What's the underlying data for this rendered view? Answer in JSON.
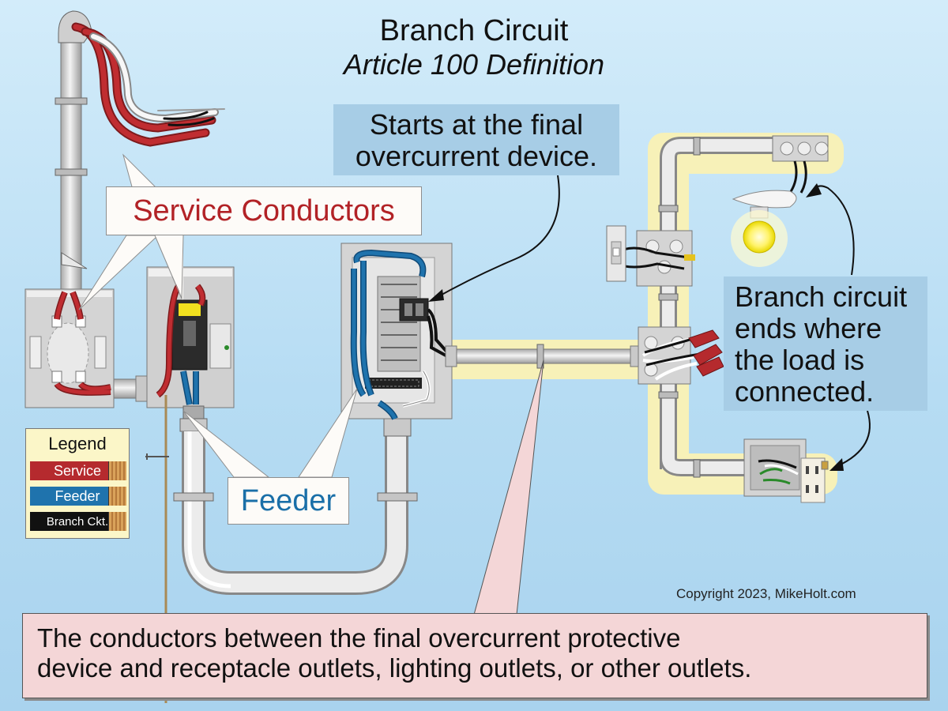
{
  "title": "Branch Circuit",
  "subtitle": "Article 100 Definition",
  "callouts": {
    "service": "Service Conductors",
    "feeder": "Feeder",
    "starts": [
      "Starts at the final",
      "overcurrent device."
    ],
    "ends": [
      "Branch circuit",
      "ends where",
      "the load is",
      "connected."
    ]
  },
  "definition": [
    "The conductors between the final overcurrent protective",
    "device and receptacle outlets, lighting outlets, or other outlets."
  ],
  "copyright": "Copyright 2023, MikeHolt.com",
  "legend": {
    "title": "Legend",
    "items": [
      {
        "label": "Service",
        "color": "#b52a2e"
      },
      {
        "label": "Feeder",
        "color": "#1f73ad"
      },
      {
        "label": "Branch Ckt.",
        "color": "#111111"
      }
    ]
  },
  "colors": {
    "service": "#b52a2e",
    "feeder": "#1f73ad",
    "branch_highlight": "#f7f1b8",
    "callout_blue": "#a7cde6",
    "callout_pink": "#f4d6d7"
  }
}
